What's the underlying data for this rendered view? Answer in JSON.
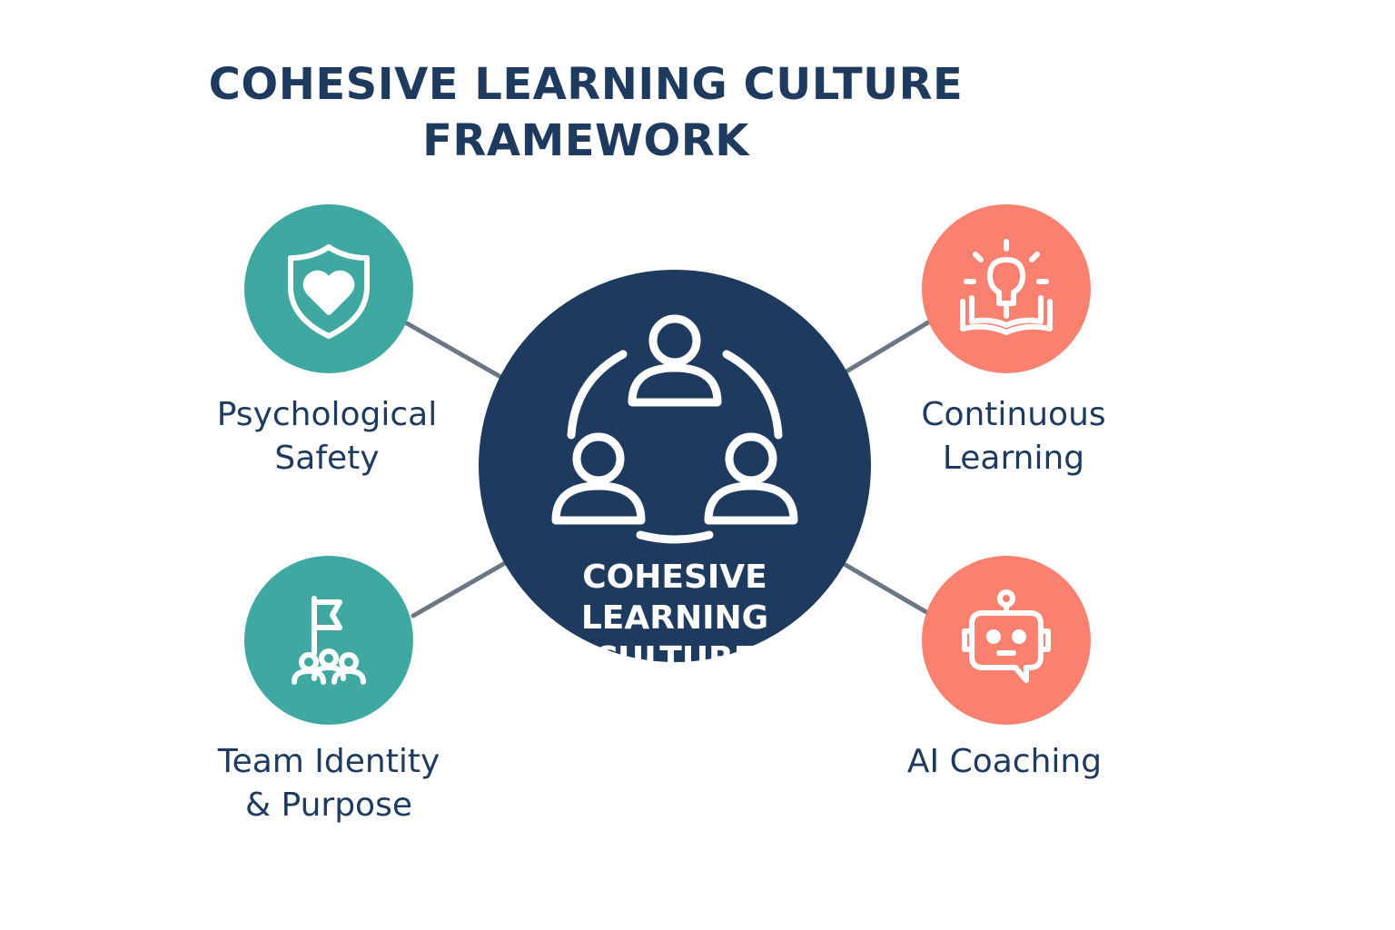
{
  "title": {
    "line1": "COHESIVE LEARNING CULTURE",
    "line2": "FRAMEWORK"
  },
  "center": {
    "icon": "people-circle-icon",
    "label_line1": "COHESIVE",
    "label_line2": "LEARNING",
    "label_line3": "CULTURE"
  },
  "nodes": [
    {
      "icon": "shield-heart-icon",
      "color": "#3fa8a0",
      "label_line1": "Psychological",
      "label_line2": "Safety"
    },
    {
      "icon": "flag-team-icon",
      "color": "#3fa8a0",
      "label_line1": "Team Identity",
      "label_line2": "& Purpose"
    },
    {
      "icon": "lightbulb-book-icon",
      "color": "#fa8070",
      "label_line1": "Continuous",
      "label_line2": "Learning"
    },
    {
      "icon": "robot-chat-icon",
      "color": "#fa8070",
      "label_line1": "AI Coaching"
    }
  ],
  "colors": {
    "navy": "#1e3a5f",
    "teal": "#3fa8a0",
    "coral": "#fa8070",
    "connector": "#6b7785"
  }
}
